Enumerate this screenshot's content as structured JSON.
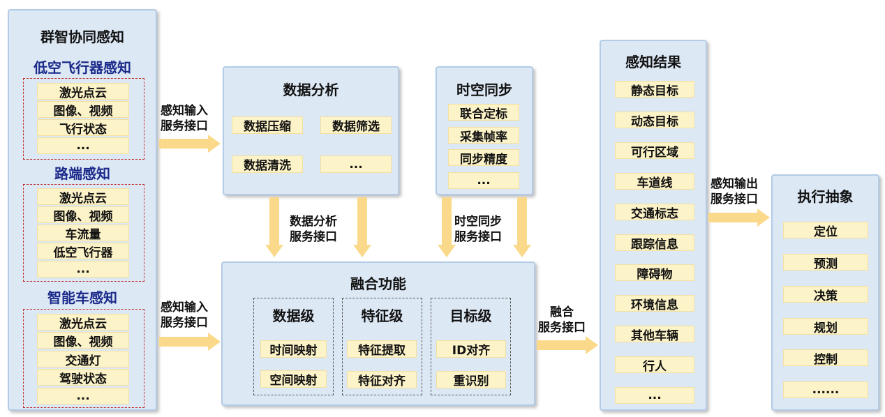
{
  "crowd": {
    "title": "群智协同感知",
    "groups": [
      {
        "title": "低空飞行器感知",
        "items": [
          "激光点云",
          "图像、视频",
          "飞行状态",
          "..."
        ]
      },
      {
        "title": "路端感知",
        "items": [
          "激光点云",
          "图像、视频",
          "车流量",
          "低空飞行器",
          "..."
        ]
      },
      {
        "title": "智能车感知",
        "items": [
          "激光点云",
          "图像、视频",
          "交通灯",
          "驾驶状态",
          "..."
        ]
      }
    ]
  },
  "labels": {
    "input1": [
      "感知输入",
      "服务接口"
    ],
    "input2": [
      "感知输入",
      "服务接口"
    ],
    "analysis_iface": [
      "数据分析",
      "服务接口"
    ],
    "sync_iface": [
      "时空同步",
      "服务接口"
    ],
    "fusion_iface": [
      "融合",
      "服务接口"
    ],
    "output_iface": [
      "感知输出",
      "服务接口"
    ]
  },
  "analysis": {
    "title": "数据分析",
    "items": [
      "数据压缩",
      "数据筛选",
      "数据清洗",
      "..."
    ]
  },
  "sync": {
    "title": "时空同步",
    "items": [
      "联合定标",
      "采集帧率",
      "同步精度",
      "..."
    ]
  },
  "fusion": {
    "title": "融合功能",
    "levels": [
      {
        "title": "数据级",
        "items": [
          "时间映射",
          "空间映射"
        ]
      },
      {
        "title": "特征级",
        "items": [
          "特征提取",
          "特征对齐"
        ]
      },
      {
        "title": "目标级",
        "items": [
          "ID对齐",
          "重识别"
        ]
      }
    ]
  },
  "result": {
    "title": "感知结果",
    "items": [
      "静态目标",
      "动态目标",
      "可行区域",
      "车道线",
      "交通标志",
      "跟踪信息",
      "障碍物",
      "环境信息",
      "其他车辆",
      "行人",
      "..."
    ]
  },
  "execution": {
    "title": "执行抽象",
    "items": [
      "定位",
      "预测",
      "决策",
      "规划",
      "控制",
      "......"
    ]
  },
  "colors": {
    "panel": "#dde8f5",
    "box": "#fdf3c8",
    "arrow": "#fbd98a",
    "accent": "#1b2a8a",
    "dashed": "#c0302c"
  }
}
